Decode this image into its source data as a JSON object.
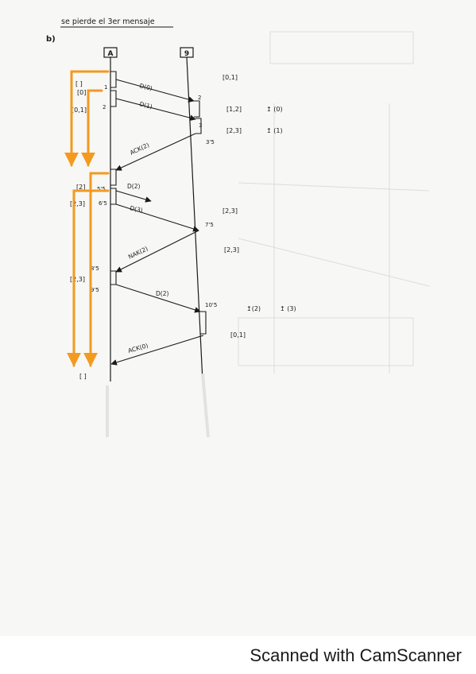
{
  "title": "se pierde el 3er mensaje",
  "part_label": "b)",
  "entities": {
    "a": "A",
    "b": "9"
  },
  "messages": {
    "d0": "D(0)",
    "d1": "D(1)",
    "ack2": "ACK(2)",
    "d2_first": "D(2)",
    "d3": "D(3)",
    "nak2": "NAK(2)",
    "d2_retry": "D(2)",
    "ack0": "ACK(0)"
  },
  "windows": {
    "b_initial": "[0,1]",
    "b_after_d0": "[1,2]",
    "b_after_d0_deliver": "↥ (0)",
    "b_after_d1": "[2,3]",
    "b_after_d1_deliver": "↥ (1)",
    "b_at_7": "[2,3]",
    "b_after_nak": "[2,3]",
    "b_deliver_2": "↥(2)",
    "b_deliver_3": "↥ (3)",
    "b_final": "[0,1]",
    "a_first": "[ ]",
    "a_second": "[0]",
    "a_third": "[0,1]",
    "a_fourth": "[2]",
    "a_fifth": "[2,3]",
    "a_sixth": "[2,3]",
    "a_final": "[ ]"
  },
  "times": {
    "a_t1": "1",
    "a_t2": "2",
    "b_t2": "2",
    "b_t3": "3",
    "b_t35": "3'5",
    "a_t55": "5'5",
    "a_t65": "6'5",
    "b_t75": "7'5",
    "a_t85": "8'5",
    "a_t95": "9'5",
    "b_t105": "10'5"
  },
  "footer": "Scanned with CamScanner"
}
